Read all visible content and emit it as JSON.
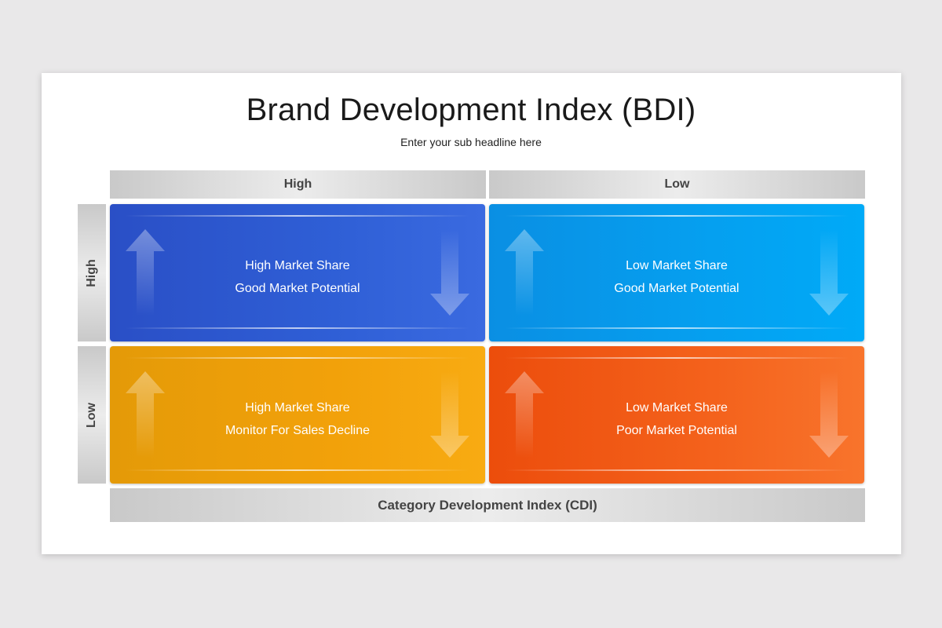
{
  "title": "Brand Development Index (BDI)",
  "subtitle": "Enter your sub headline here",
  "column_headers": [
    "High",
    "Low"
  ],
  "row_headers": [
    "High",
    "Low"
  ],
  "cells": [
    {
      "line1": "High Market Share",
      "line2": "Good Market Potential",
      "color": "#2f5fd6"
    },
    {
      "line1": "Low Market Share",
      "line2": "Good Market Potential",
      "color": "#05a0f0"
    },
    {
      "line1": "High Market Share",
      "line2": "Monitor For Sales Decline",
      "color": "#f2a10a"
    },
    {
      "line1": "Low Market Share",
      "line2": "Poor Market Potential",
      "color": "#f4621c"
    }
  ],
  "footer_label": "Category Development Index (CDI)",
  "icons": {
    "up": "arrow-up-icon",
    "down": "arrow-down-icon"
  }
}
